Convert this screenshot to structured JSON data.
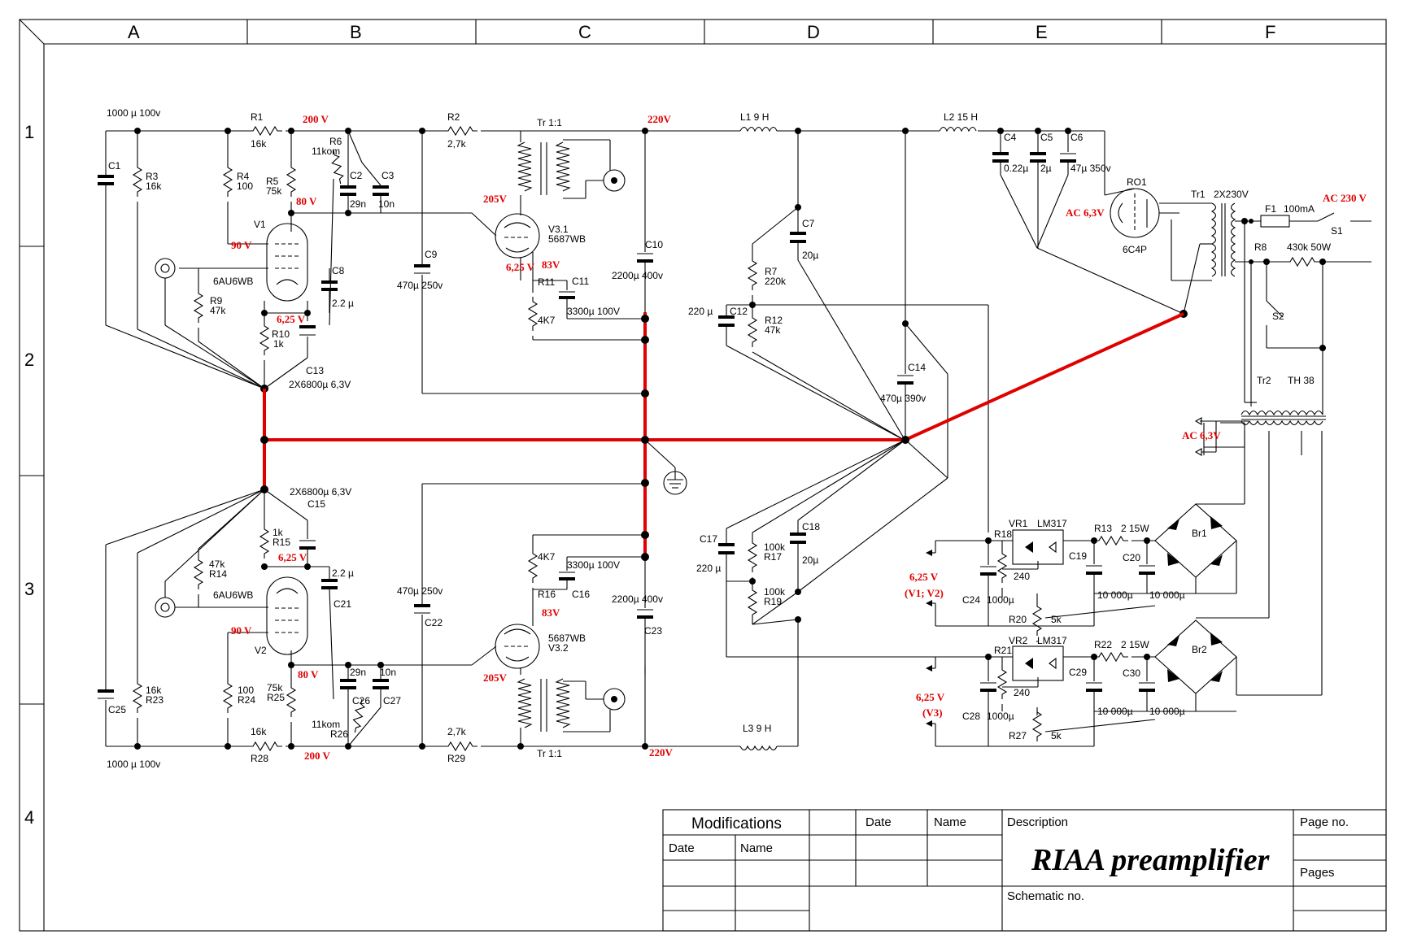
{
  "grid": {
    "columns": [
      "A",
      "B",
      "C",
      "D",
      "E",
      "F"
    ],
    "rows": [
      "1",
      "2",
      "3",
      "4"
    ]
  },
  "voltages": {
    "v200_top": "200 V",
    "v80_top": "80 V",
    "v90_top": "90 V",
    "v625_top": "6,25 V",
    "v205_top": "205V",
    "v625_v3": "6,25 V",
    "v83_top": "83V",
    "v220_top": "220V",
    "ac63_ro1": "AC 6,3V",
    "ac230": "AC 230 V",
    "ac63_tr2": "AC 6,3V",
    "v625_v12_a": "6,25 V",
    "v625_v12_b": "(V1; V2)",
    "v625_v3_a": "6,25 V",
    "v625_v3_b": "(V3)",
    "v625_bot": "6,25 V",
    "v83_bot": "83V",
    "v90_bot": "90 V",
    "v205_bot": "205V",
    "v80_bot": "80 V",
    "v200_bot": "200 V",
    "v220_bot": "220V"
  },
  "labels": {
    "c1_val": "1000 µ 100v",
    "c1": "C1",
    "r1": "R1",
    "r1_val": "16k",
    "r2": "R2",
    "r2_val": "2,7k",
    "tr_top": "Tr   1:1",
    "l1": "L1  9 H",
    "l2": "L2   15 H",
    "c4": "C4",
    "c4_val": "0.22µ",
    "c5": "C5",
    "c5_val": "2µ",
    "c6": "C6",
    "c6_val": "47µ 350v",
    "r3": "R3",
    "r3_val": "16k",
    "r4": "R4",
    "r4_val": "100",
    "r5": "R5",
    "r5_val": "75k",
    "r6": "R6",
    "r6_val": "11kom",
    "c2": "C2",
    "c2_val": "29n",
    "c3": "C3",
    "c3_val": "10n",
    "v1": "V1",
    "tube_v1": "6AU6WB",
    "r9": "R9",
    "r9_val": "47k",
    "c8": "C8",
    "c8_val": "2.2 µ",
    "r10": "R10",
    "r10_val": "1k",
    "c13": "C13",
    "c13_val": "2X6800µ 6,3V",
    "c9": "C9",
    "c9_val": "470µ 250v",
    "v31": "V3.1",
    "v31_type": "5687WB",
    "r11": "R11",
    "r11_val": "4K7",
    "c11": "C11",
    "c11_val": "3300µ 100V",
    "c10": "C10",
    "c10_val": "2200µ 400v",
    "c7": "C7",
    "c7_val": "20µ",
    "r7": "R7",
    "r7_val": "220k",
    "c12": "C12",
    "c12_val": "220 µ",
    "r12": "R12",
    "r12_val": "47k",
    "c14": "C14",
    "c14_val": "470µ 390v",
    "ro1": "RO1",
    "ro1_type": "6C4P",
    "tr1": "Tr1",
    "tr1_val": "2X230V",
    "f1": "F1",
    "f1_val": "100mA",
    "s1": "S1",
    "r8": "R8",
    "r8_val": "430k 50W",
    "s2": "S2",
    "tr2": "Tr2",
    "tr2_val": "TH 38",
    "c15_val": "2X6800µ 6,3V",
    "c15": "C15",
    "r15_val": "1k",
    "r15": "R15",
    "r14_val": "47k",
    "r14": "R14",
    "tube_v2": "6AU6WB",
    "c21_val": "2.2 µ",
    "c21": "C21",
    "v2": "V2",
    "c25": "C25",
    "r23_val": "16k",
    "r23": "R23",
    "r24_val": "100",
    "r24": "R24",
    "r25_val": "75k",
    "r25": "R25",
    "c26_val": "29n",
    "c26": "C26",
    "c27_val": "10n",
    "c27": "C27",
    "r26_val": "11kom",
    "r26": "R26",
    "r28_val": "16k",
    "r28": "R28",
    "c25_val": "1000 µ 100v",
    "c22_val": "470µ 250v",
    "c22": "C22",
    "r16_val": "4K7",
    "r16": "R16",
    "c16_val": "3300µ 100V",
    "c16": "C16",
    "v32_type": "5687WB",
    "v32": "V3.2",
    "c23_val": "2200µ 400v",
    "c23": "C23",
    "r29_val": "2,7k",
    "r29": "R29",
    "tr_bot": "Tr   1:1",
    "l3": "L3  9 H",
    "c17": "C17",
    "c17_val": "220 µ",
    "r17_val": "100k",
    "r17": "R17",
    "c18": "C18",
    "c18_val": "20µ",
    "r19_val": "100k",
    "r19": "R19",
    "vr1": "VR1",
    "lm1": "LM317",
    "r18": "R18",
    "r18_val": "240",
    "c19": "C19",
    "c24": "C24",
    "c24_val": "1000µ",
    "r20": "R20",
    "r20_val": "5k",
    "r13": "R13",
    "r13_val": "2 15W",
    "c20": "C20",
    "c19_val": "10 000µ",
    "c20_val": "10 000µ",
    "br1": "Br1",
    "vr2": "VR2",
    "lm2": "LM317",
    "r21": "R21",
    "r21_val": "240",
    "c29": "C29",
    "c28": "C28",
    "c28_val": "1000µ",
    "r27": "R27",
    "r27_val": "5k",
    "r22": "R22",
    "r22_val": "2 15W",
    "c30": "C30",
    "c29_val": "10 000µ",
    "c30_val": "10 000µ",
    "br2": "Br2"
  },
  "title_block": {
    "modifications": "Modifications",
    "date": "Date",
    "name": "Name",
    "date2": "Date",
    "name2": "Name",
    "description": "Description",
    "title": "RIAA preamplifier",
    "page_no": "Page no.",
    "pages": "Pages",
    "schematic_no": "Schematic no."
  },
  "colors": {
    "wire": "#000000",
    "ground_bus": "#e00000",
    "voltage_text": "#e00000"
  }
}
